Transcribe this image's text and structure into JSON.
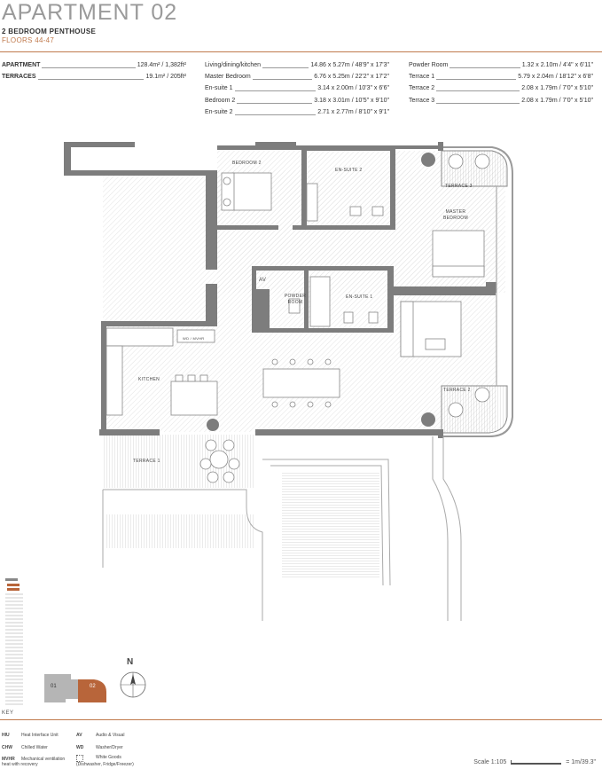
{
  "header": {
    "title": "APARTMENT 02",
    "subtitle": "2 BEDROOM PENTHOUSE",
    "floors": "FLOORS 44-47"
  },
  "areas": [
    {
      "label": "APARTMENT",
      "value": "128.4m² / 1,382ft²"
    },
    {
      "label": "TERRACES",
      "value": "19.1m² / 205ft²"
    }
  ],
  "rooms_col1": [
    {
      "label": "Living/dining/kitchen",
      "value": "14.86 x 5.27m / 48'9\" x 17'3\""
    },
    {
      "label": "Master Bedroom",
      "value": "6.76 x 5.25m / 22'2\" x 17'2\""
    },
    {
      "label": "En-suite 1",
      "value": "3.14 x 2.00m / 10'3\" x 6'6\""
    },
    {
      "label": "Bedroom 2",
      "value": "3.18 x 3.01m / 10'5\" x 9'10\""
    },
    {
      "label": "En-suite 2",
      "value": "2.71 x 2.77m / 8'10\" x 9'1\""
    }
  ],
  "rooms_col2": [
    {
      "label": "Powder Room",
      "value": "1.32 x 2.10m / 4'4\" x 6'11\""
    },
    {
      "label": "Terrace 1",
      "value": "5.79 x 2.04m / 18'12\" x 6'8\""
    },
    {
      "label": "Terrace 2",
      "value": "2.08 x 1.79m / 7'0\" x 5'10\""
    },
    {
      "label": "Terrace 3",
      "value": "2.08 x 1.79m / 7'0\" x 5'10\""
    }
  ],
  "plan_labels": {
    "bedroom2": "BEDROOM 2",
    "ensuite2": "EN-SUITE 2",
    "terrace3": "TERRACE 3",
    "master": "MASTER BEDROOM",
    "av": "AV",
    "powder": "POWDER ROOM",
    "ensuite1": "EN-SUITE 1",
    "wd": "WD / MVHR",
    "kitchen": "KITCHEN",
    "terrace2": "TERRACE 2",
    "terrace1": "TERRACE 1"
  },
  "keyplan": {
    "unit1": "01",
    "unit2": "02"
  },
  "compass": {
    "label": "N"
  },
  "key": {
    "title": "KEY",
    "items": [
      {
        "abbr": "HIU",
        "text": "Heat Interface Unit"
      },
      {
        "abbr": "CHW",
        "text": "Chilled Water"
      },
      {
        "abbr": "MVHR",
        "text": "Mechanical ventilation heat with recovery"
      },
      {
        "abbr": "AV",
        "text": "Audio & Visual"
      },
      {
        "abbr": "WD",
        "text": "Washer/Dryer"
      },
      {
        "abbr": "",
        "text": "White Goods (Dishwasher, Fridge/Freezer)"
      }
    ]
  },
  "scale": {
    "text": "Scale 1:105",
    "suffix": "= 1m/39.3\""
  },
  "colors": {
    "accent": "#c07a4d",
    "wall": "#7a7a7a",
    "unit02": "#b8653a",
    "unit01": "#b5b5b5"
  }
}
